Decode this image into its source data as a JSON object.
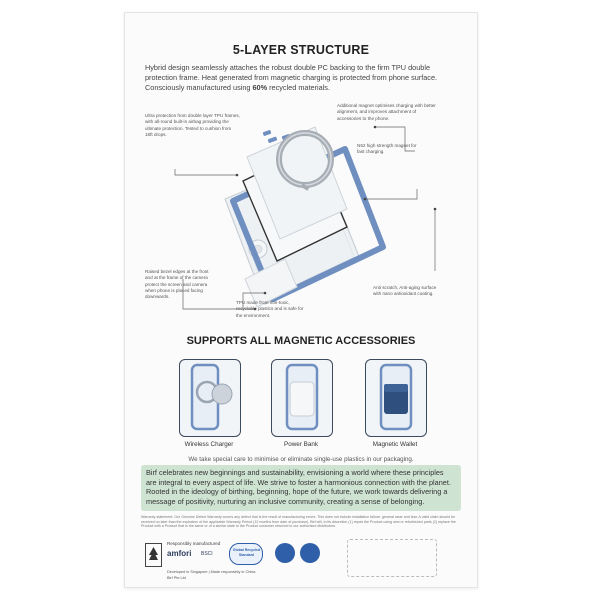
{
  "header": {
    "title": "5-LAYER STRUCTURE",
    "intro_part1": "Hybrid design seamlessly attaches the robust double PC backing to the firm TPU double protection frame.  Heat generated from magnetic charging is protected from phone surface. Consciously manufactured using ",
    "intro_bold": "60%",
    "intro_part2": " recycled materials."
  },
  "notes": {
    "ultra": "Ultra protection from double layer TPU frames, with all-round built-in airbag providing the ultimate protection. Tested to cushion from 18ft drops.",
    "magnet": "Additional magnet optimises charging with better alignment, and improves attachment of accessories to the phone.",
    "n52": "N52 high strength magnet for fast charging.",
    "bezel": "Raised bezel edges at the front and at the frame of the camera protect the screen and camera when phone is placed facing downwards.",
    "tpu": "TPU made from non-toxic, recyclable plastics and is safe for the environment.",
    "scratch": "Anti scratch, Anti-aging surface with nano antioxidant coating."
  },
  "accessories": {
    "title": "SUPPORTS ALL MAGNETIC ACCESSORIES",
    "items": [
      {
        "label": "Wireless Charger"
      },
      {
        "label": "Power Bank"
      },
      {
        "label": "Magnetic Wallet"
      }
    ]
  },
  "pledge": "We take special care to minimise or eliminate single-use plastics in our packaging.",
  "mission": "Birf celebrates new beginnings and sustainability, envisioning a world where these principles are integral to every aspect of life. We strive to foster a harmonious connection with the planet. Rooted in the ideology of birthing, beginning, hope of the future, we work towards delivering a message of positivity, nurturing an inclusive community, creating a sense of belonging.",
  "warranty": "Warranty statement: Our Genuine Defect Warranty covers any defect that is the result of manufacturing errors. This does not include installation failure, general wear and tear. A valid claim should be received no later than the expiration of the applicable Warranty Period (12 months from date of purchase). Birf will, in its discretion (1) repair the Product using new or refurbished parts (2) replace the Product with a Product that is the same or of a similar state to the Product customer returned to our authorised distributors.",
  "footer": {
    "responsibly": "Responsibly manufactured",
    "amfori": "amfori",
    "bsci": "BSCI",
    "grs_line1": "Global Recycled",
    "grs_line2": "Standard",
    "developed": "Developed in Singapore | Made responsibly in China",
    "company": "Birf Pte Ltd"
  },
  "colors": {
    "frame_blue": "#6f8fc0",
    "mission_bg": "#cfe3d3",
    "badge_blue": "#2f5fa8"
  }
}
